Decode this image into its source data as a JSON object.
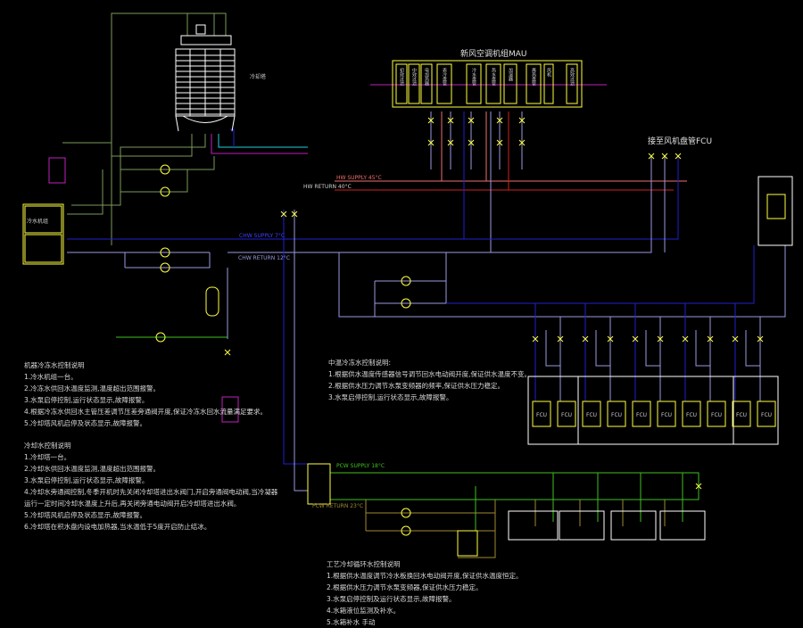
{
  "colors": {
    "background": "#000000",
    "chilled_supply": "#2020d0",
    "chilled_return": "#9a9ae0",
    "cooling_water": "#7a9a5a",
    "equipment": "#ffff40",
    "heating": "#d02020",
    "heating_return": "#f07070",
    "magenta": "#c020c0",
    "cyan": "#20d0e0",
    "green": "#40c020",
    "olive": "#a08a30",
    "frame": "#ffffff"
  },
  "labels": {
    "mau_title": "新风空调机组MAU",
    "fcu_connect": "接至风机盘管FCU",
    "cooling_tower": "冷却塔",
    "chiller": "冷水机组",
    "fcu_unit": "FCU",
    "mau_sections": [
      "初效过滤",
      "中效过滤",
      "电加热器",
      "表冷盘管",
      "冷水盘管",
      "热水盘管",
      "加湿器",
      "再热盘管",
      "风机",
      "高效过滤"
    ],
    "hot_supply": "HW SUPPLY 45°C",
    "hot_return": "HW RETURN 40°C",
    "chw_supply": "CHW SUPPLY 7°C",
    "chw_return": "CHW RETURN 12°C",
    "pcw_supply": "PCW SUPPLY 18°C",
    "pcw_return": "PCW RETURN 23°C"
  },
  "notes": [
    {
      "title": "机器冷冻水控制说明",
      "items": [
        "1.冷水机组一台。",
        "2.冷冻水供回水温度监测,温度超出范围报警。",
        "3.水泵启停控制,运行状态显示,故障报警。",
        "4.根据冷冻水供回水主管压差调节压差旁通阀开度,保证冷冻水回水流量满足要求。",
        "5.冷却塔风机启停及状态显示,故障报警。"
      ]
    },
    {
      "title": "冷却水控制说明",
      "items": [
        "1.冷却塔一台。",
        "2.冷却水供回水温度监测,温度超出范围报警。",
        "3.水泵启停控制,运行状态显示,故障报警。",
        "4.冷却水旁通阀控制,冬季开机时先关闭冷却塔进出水阀门,开启旁通阀电动阀,当冷凝器",
        "运行一定时间冷却水温度上升后,再关闭旁通电动阀开启冷却塔进出水阀。",
        "5.冷却塔风机启停及状态显示,故障报警。",
        "6.冷却塔在积水盘内设电加热器,当水温低于5度开启防止结冰。"
      ]
    },
    {
      "title": "中温冷冻水控制说明:",
      "items": [
        "1.根据供水温度传感器信号调节回水电动阀开度,保证供水温度不变。",
        "2.根据供水压力调节水泵变频器的频率,保证供水压力稳定。",
        "3.水泵启停控制,运行状态显示,故障报警。"
      ]
    },
    {
      "title": "工艺冷却循环水控制说明",
      "items": [
        "1.根据供水温度调节冷水板换回水电动阀开度,保证供水温度恒定。",
        "2.根据供水压力调节水泵变频器,保证供水压力稳定。",
        "3.水泵启停控制及运行状态显示,故障报警。",
        "4.水箱液位监测及补水。",
        "5.水箱补水   手动"
      ]
    }
  ]
}
